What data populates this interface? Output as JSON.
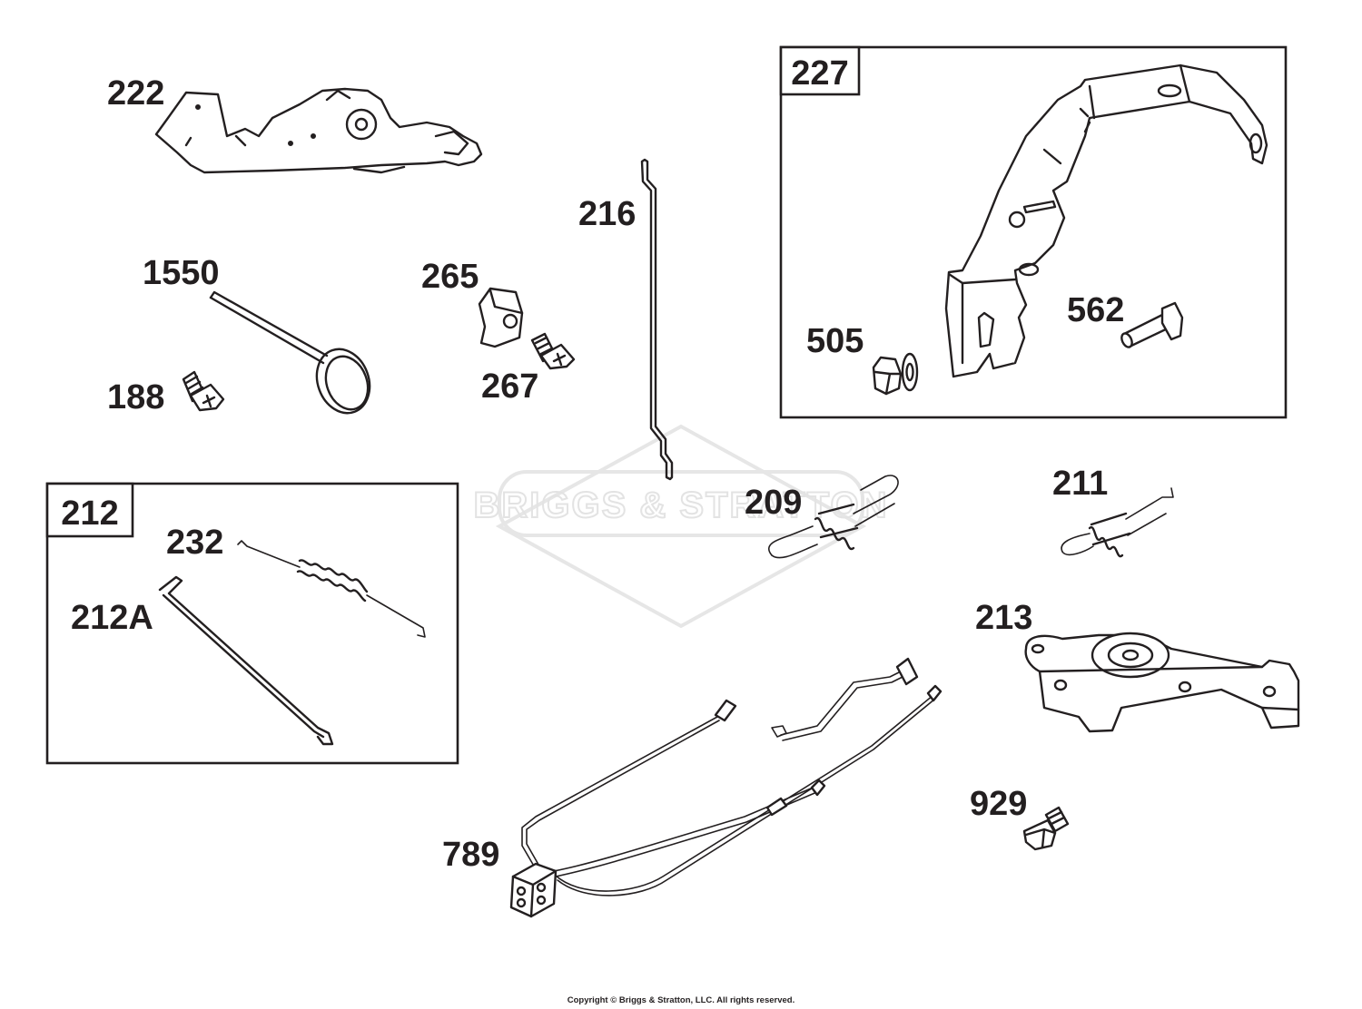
{
  "watermark": "BRIGGS & STRATTON",
  "copyright": "Copyright © Briggs & Stratton, LLC. All rights reserved.",
  "callouts": {
    "p222": "222",
    "p216": "216",
    "p1550": "1550",
    "p265": "265",
    "p188": "188",
    "p267": "267",
    "p227": "227",
    "p505": "505",
    "p562": "562",
    "p212": "212",
    "p232": "232",
    "p212a": "212A",
    "p209": "209",
    "p211": "211",
    "p213": "213",
    "p929": "929",
    "p789": "789"
  }
}
